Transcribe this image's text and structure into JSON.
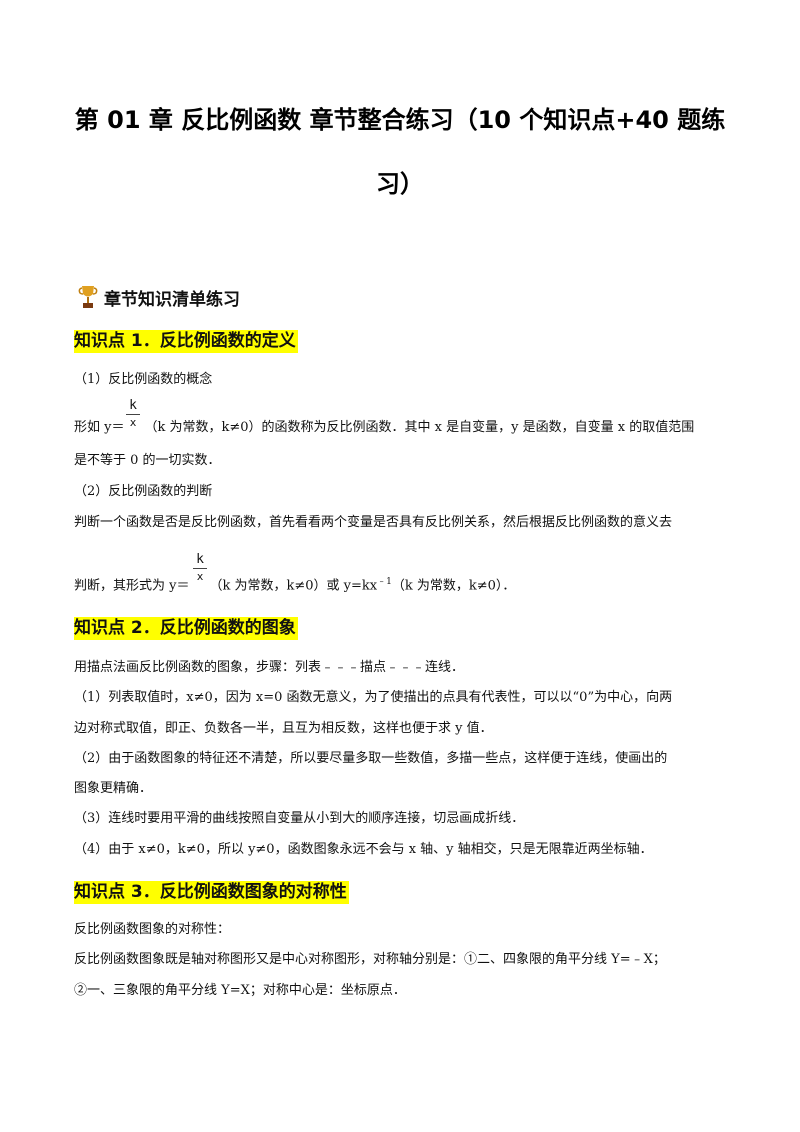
{
  "title": {
    "line1": "第 01 章  反比例函数  章节整合练习（10 个知识点+40 题练",
    "line2": "习）"
  },
  "section_heading": "章节知识清单练习",
  "kp1": {
    "heading": "知识点 1．反比例函数的定义",
    "p1": "（1）反比例函数的概念",
    "frac_num": "k",
    "frac_den": "x",
    "p2a": "形如 y＝",
    "p2b": "（k 为常数，k≠0）的函数称为反比例函数．其中 x 是自变量，y 是函数，自变量 x 的取值范围",
    "p3": "是不等于 0 的一切实数．",
    "p4": "（2）反比例函数的判断",
    "p5": "判断一个函数是否是反比例函数，首先看看两个变量是否具有反比例关系，然后根据反比例函数的意义去",
    "p6a": "判断，其形式为 y＝",
    "p6b": "（k 为常数，k≠0）或 y=kx",
    "p6sup": "﹣1",
    "p6c": "（k 为常数，k≠0）．"
  },
  "kp2": {
    "heading": "知识点 2．反比例函数的图象",
    "p1": "用描点法画反比例函数的图象，步骤：列表﹣﹣﹣描点﹣﹣﹣连线．",
    "p2": "（1）列表取值时，x≠0，因为 x=0 函数无意义，为了使描出的点具有代表性，可以以“0”为中心，向两",
    "p3": "边对称式取值，即正、负数各一半，且互为相反数，这样也便于求 y 值．",
    "p4": "（2）由于函数图象的特征还不清楚，所以要尽量多取一些数值，多描一些点，这样便于连线，使画出的",
    "p5": "图象更精确．",
    "p6": "（3）连线时要用平滑的曲线按照自变量从小到大的顺序连接，切忌画成折线．",
    "p7": "（4）由于 x≠0，k≠0，所以 y≠0，函数图象永远不会与 x 轴、y 轴相交，只是无限靠近两坐标轴．"
  },
  "kp3": {
    "heading": "知识点 3．反比例函数图象的对称性",
    "p1": "反比例函数图象的对称性：",
    "p2": "反比例函数图象既是轴对称图形又是中心对称图形，对称轴分别是：①二、四象限的角平分线 Y=﹣X；",
    "p3": "②一、三象限的角平分线 Y=X；对称中心是：坐标原点．"
  }
}
